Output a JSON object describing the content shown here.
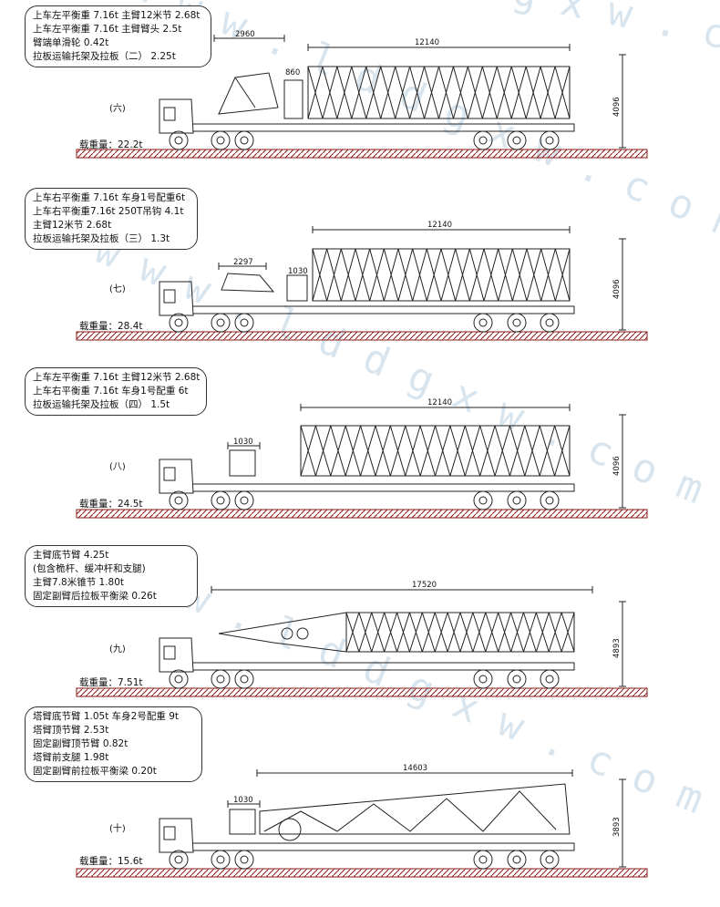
{
  "watermarks": [
    "g x w . c o m",
    "w w w . l d d g x w . c o m",
    "w w w . l d d g x w . c o m",
    "w w w . l d d g x w . c o m"
  ],
  "panels": [
    {
      "id": "six",
      "label": "(六)",
      "callout": [
        "上车左平衡重 7.16t  主臂12米节  2.68t",
        "上车左平衡重 7.16t  主臂臂头 2.5t",
        "臂端单滑轮 0.42t",
        "拉板运输托架及拉板（二）  2.25t"
      ],
      "load": "载重量：22.2t",
      "dims": {
        "length": "12140",
        "front": "2960",
        "small": "860",
        "height": "4096"
      }
    },
    {
      "id": "seven",
      "label": "(七)",
      "callout": [
        "上车右平衡重 7.16t  车身1号配重6t",
        "上车右平衡重7.16t  250T吊钩  4.1t",
        "主臂12米节  2.68t",
        "拉板运输托架及拉板（三）  1.3t"
      ],
      "load": "载重量：28.4t",
      "dims": {
        "length": "12140",
        "front": "2297",
        "small": "1030",
        "height": "4096"
      }
    },
    {
      "id": "eight",
      "label": "(八)",
      "callout": [
        "上车左平衡重 7.16t  主臂12米节  2.68t",
        "上车右平衡重 7.16t  车身1号配重 6t",
        "拉板运输托架及拉板（四）  1.5t"
      ],
      "load": "载重量：24.5t",
      "dims": {
        "length": "12140",
        "small": "1030",
        "height": "4096"
      }
    },
    {
      "id": "nine",
      "label": "(九)",
      "callout": [
        "主臂底节臂    4.25t",
        "(包含桅杆、缓冲杆和支腿)",
        "主臂7.8米锥节  1.80t",
        "固定副臂后拉板平衡梁  0.26t"
      ],
      "load": "载重量：7.51t",
      "dims": {
        "length": "17520",
        "height": "4893"
      }
    },
    {
      "id": "ten",
      "label": "(十)",
      "callout": [
        "塔臂底节臂 1.05t  车身2号配重 9t",
        "塔臂顶节臂 2.53t",
        "固定副臂顶节臂  0.82t",
        "塔臂前支腿  1.98t",
        "固定副臂前拉板平衡梁  0.20t"
      ],
      "load": "载重量：15.6t",
      "dims": {
        "length": "14603",
        "small": "1030",
        "height": "3893"
      }
    }
  ]
}
